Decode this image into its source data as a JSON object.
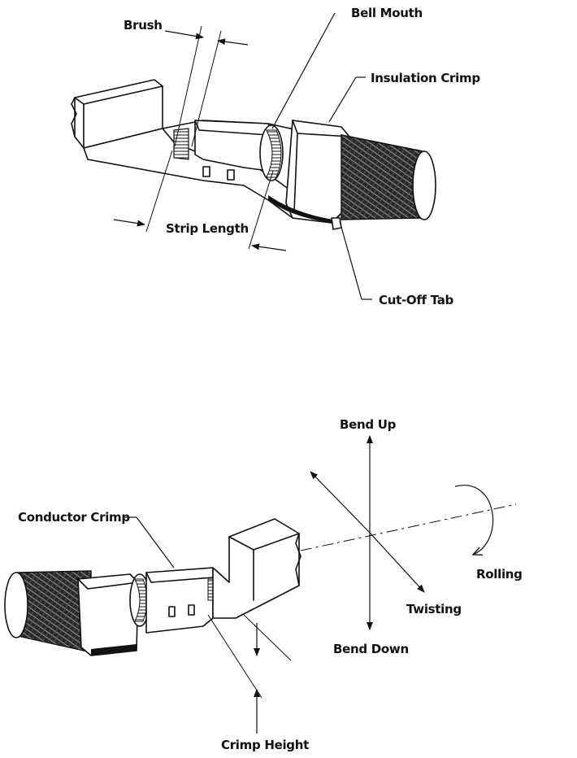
{
  "top_diagram": {
    "labels": {
      "brush": "Brush",
      "bell_mouth": "Bell Mouth",
      "insulation_crimp": "Insulation Crimp",
      "strip_length": "Strip Length",
      "cut_off_tab": "Cut-Off Tab"
    }
  },
  "bottom_diagram": {
    "labels": {
      "bend_up": "Bend Up",
      "conductor_crimp": "Conductor Crimp",
      "rolling": "Rolling",
      "twisting": "Twisting",
      "bend_down": "Bend Down",
      "crimp_height": "Crimp Height"
    }
  },
  "colors": {
    "ink": "#111111",
    "background": "#ffffff"
  }
}
